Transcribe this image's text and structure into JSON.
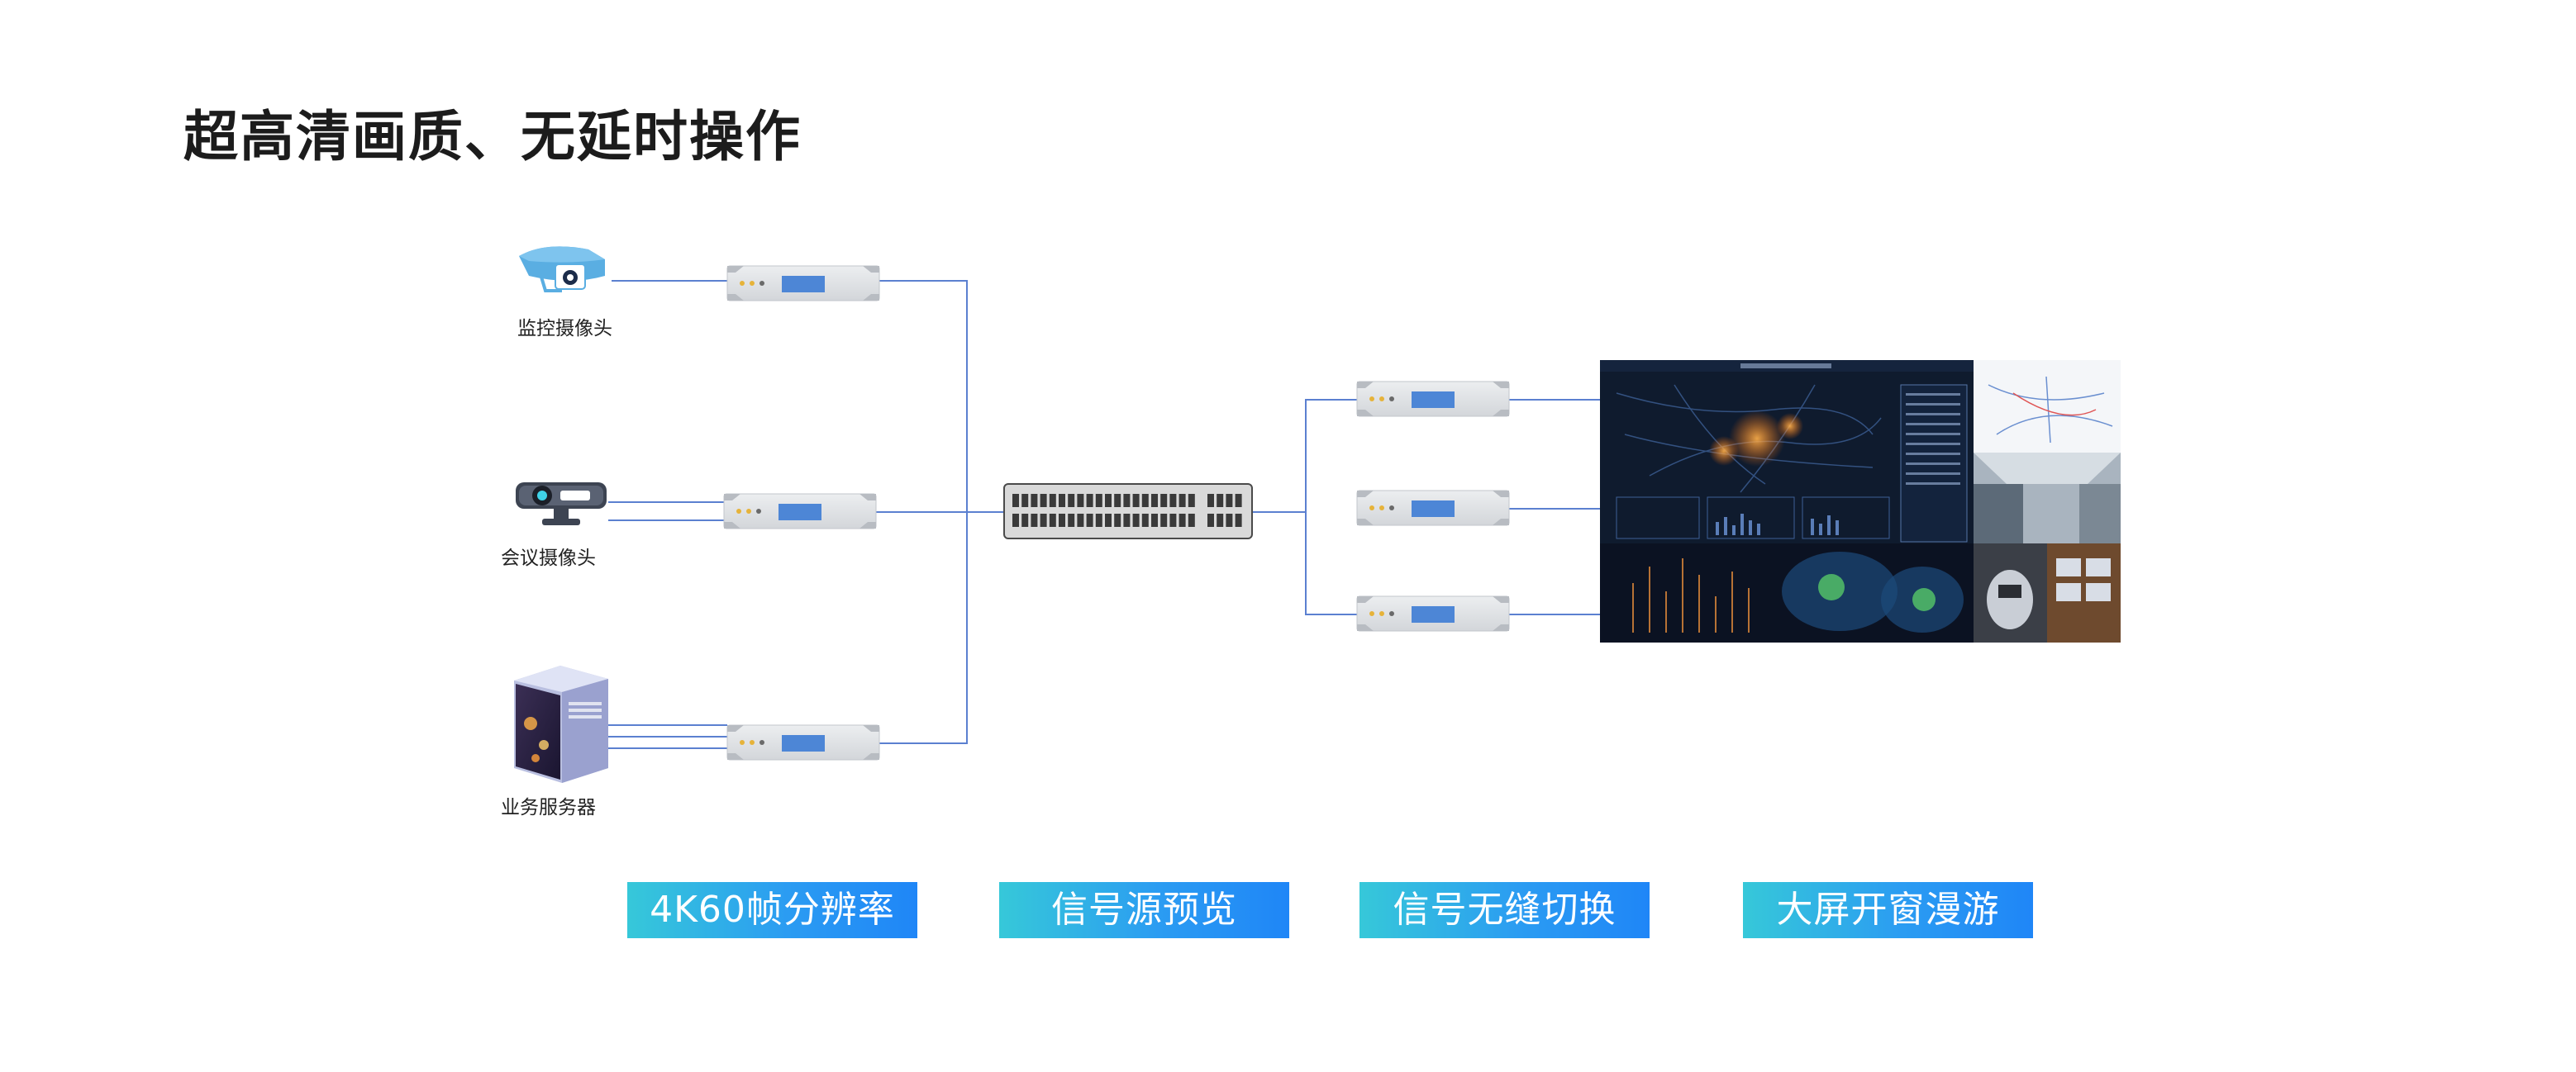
{
  "page": {
    "title": "超高清画质、无延时操作"
  },
  "sources": [
    {
      "label": "监控摄像头",
      "icon": "security-camera-icon"
    },
    {
      "label": "会议摄像头",
      "icon": "conference-camera-icon"
    },
    {
      "label": "业务服务器",
      "icon": "server-icon"
    }
  ],
  "features": [
    {
      "label": "4K60帧分辨率"
    },
    {
      "label": "信号源预览"
    },
    {
      "label": "信号无缝切换"
    },
    {
      "label": "大屏开窗漫游"
    }
  ],
  "colors": {
    "link": "#5b80d0",
    "device_body": "#dfe1e4",
    "device_panel": "#4d86d6",
    "switch_body": "#d9d9d9",
    "feature_start": "#36c8d9",
    "feature_end": "#1f86f7",
    "camera_blue": "#5aaee2",
    "screen_bg": "#0f1b2e"
  }
}
